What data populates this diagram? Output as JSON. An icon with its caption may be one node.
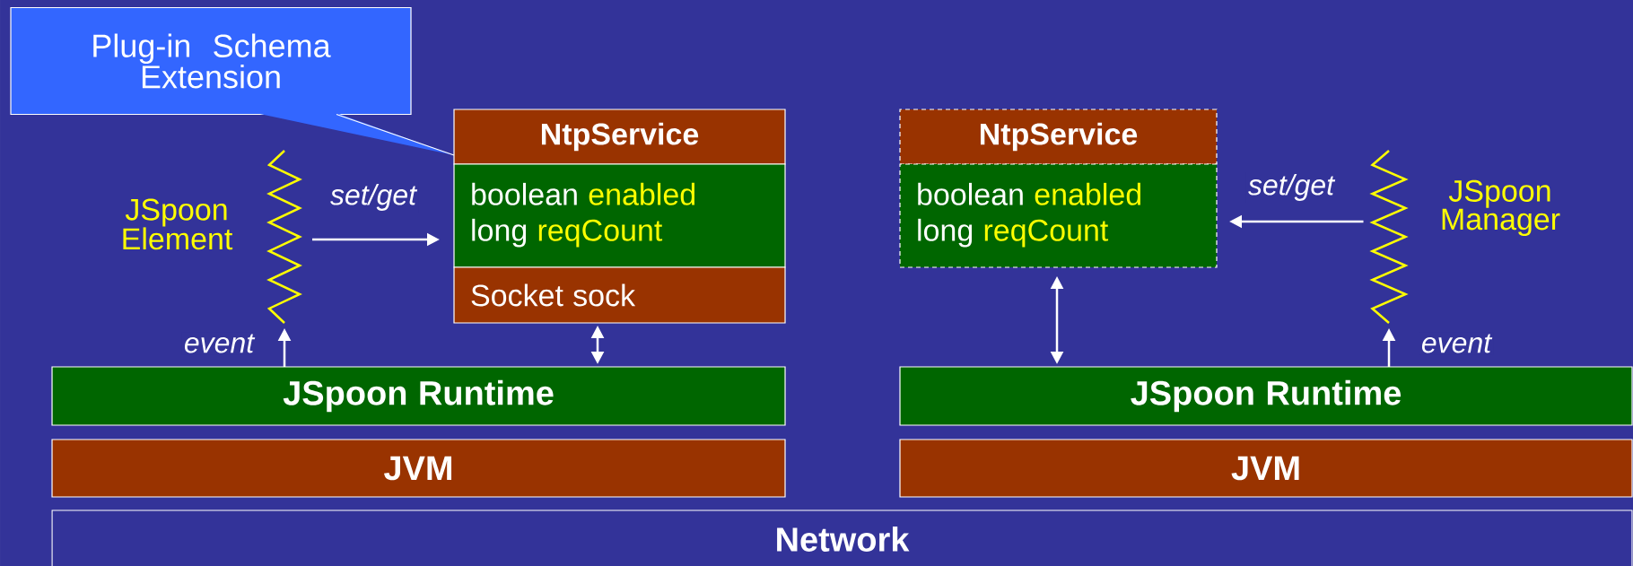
{
  "diagram": {
    "nodes": [
      {
        "text": [
          "Plug-in Schema Extension"
        ]
      },
      {
        "text": [
          "NtpService"
        ]
      },
      {
        "text": [
          "boolean",
          "enabled",
          "long",
          "reqCount"
        ]
      },
      {
        "text": [
          "Socket sock"
        ]
      },
      {
        "text": [],
        "shape": "zigzag",
        "beside": [
          "JSpoon Element"
        ]
      },
      {
        "text": [
          "JSpoon Runtime"
        ]
      },
      {
        "text": [
          "JVM"
        ]
      },
      {
        "text": [
          "NtpService"
        ]
      },
      {
        "text": [
          "boolean",
          "enabled",
          "long",
          "reqCount"
        ]
      },
      {
        "text": [],
        "shape": "zigzag",
        "beside": [
          "JSpoon Manager"
        ]
      },
      {
        "text": [
          "JSpoon Runtime"
        ]
      },
      {
        "text": [
          "JVM"
        ]
      },
      {
        "text": [
          "Network"
        ]
      }
    ],
    "edges": [
      {
        "from": 0,
        "to": 1,
        "arrow": "none"
      },
      {
        "from": 4,
        "to": 2,
        "arrow": "to",
        "label": "set/get"
      },
      {
        "from": 5,
        "to": 4,
        "arrow": "to",
        "label": "event"
      },
      {
        "from": 3,
        "to": 5,
        "arrow": "both"
      },
      {
        "from": 9,
        "to": 8,
        "arrow": "to",
        "label": "set/get"
      },
      {
        "from": 10,
        "to": 9,
        "arrow": "to",
        "label": "event"
      },
      {
        "from": 8,
        "to": 10,
        "arrow": "both"
      }
    ]
  }
}
